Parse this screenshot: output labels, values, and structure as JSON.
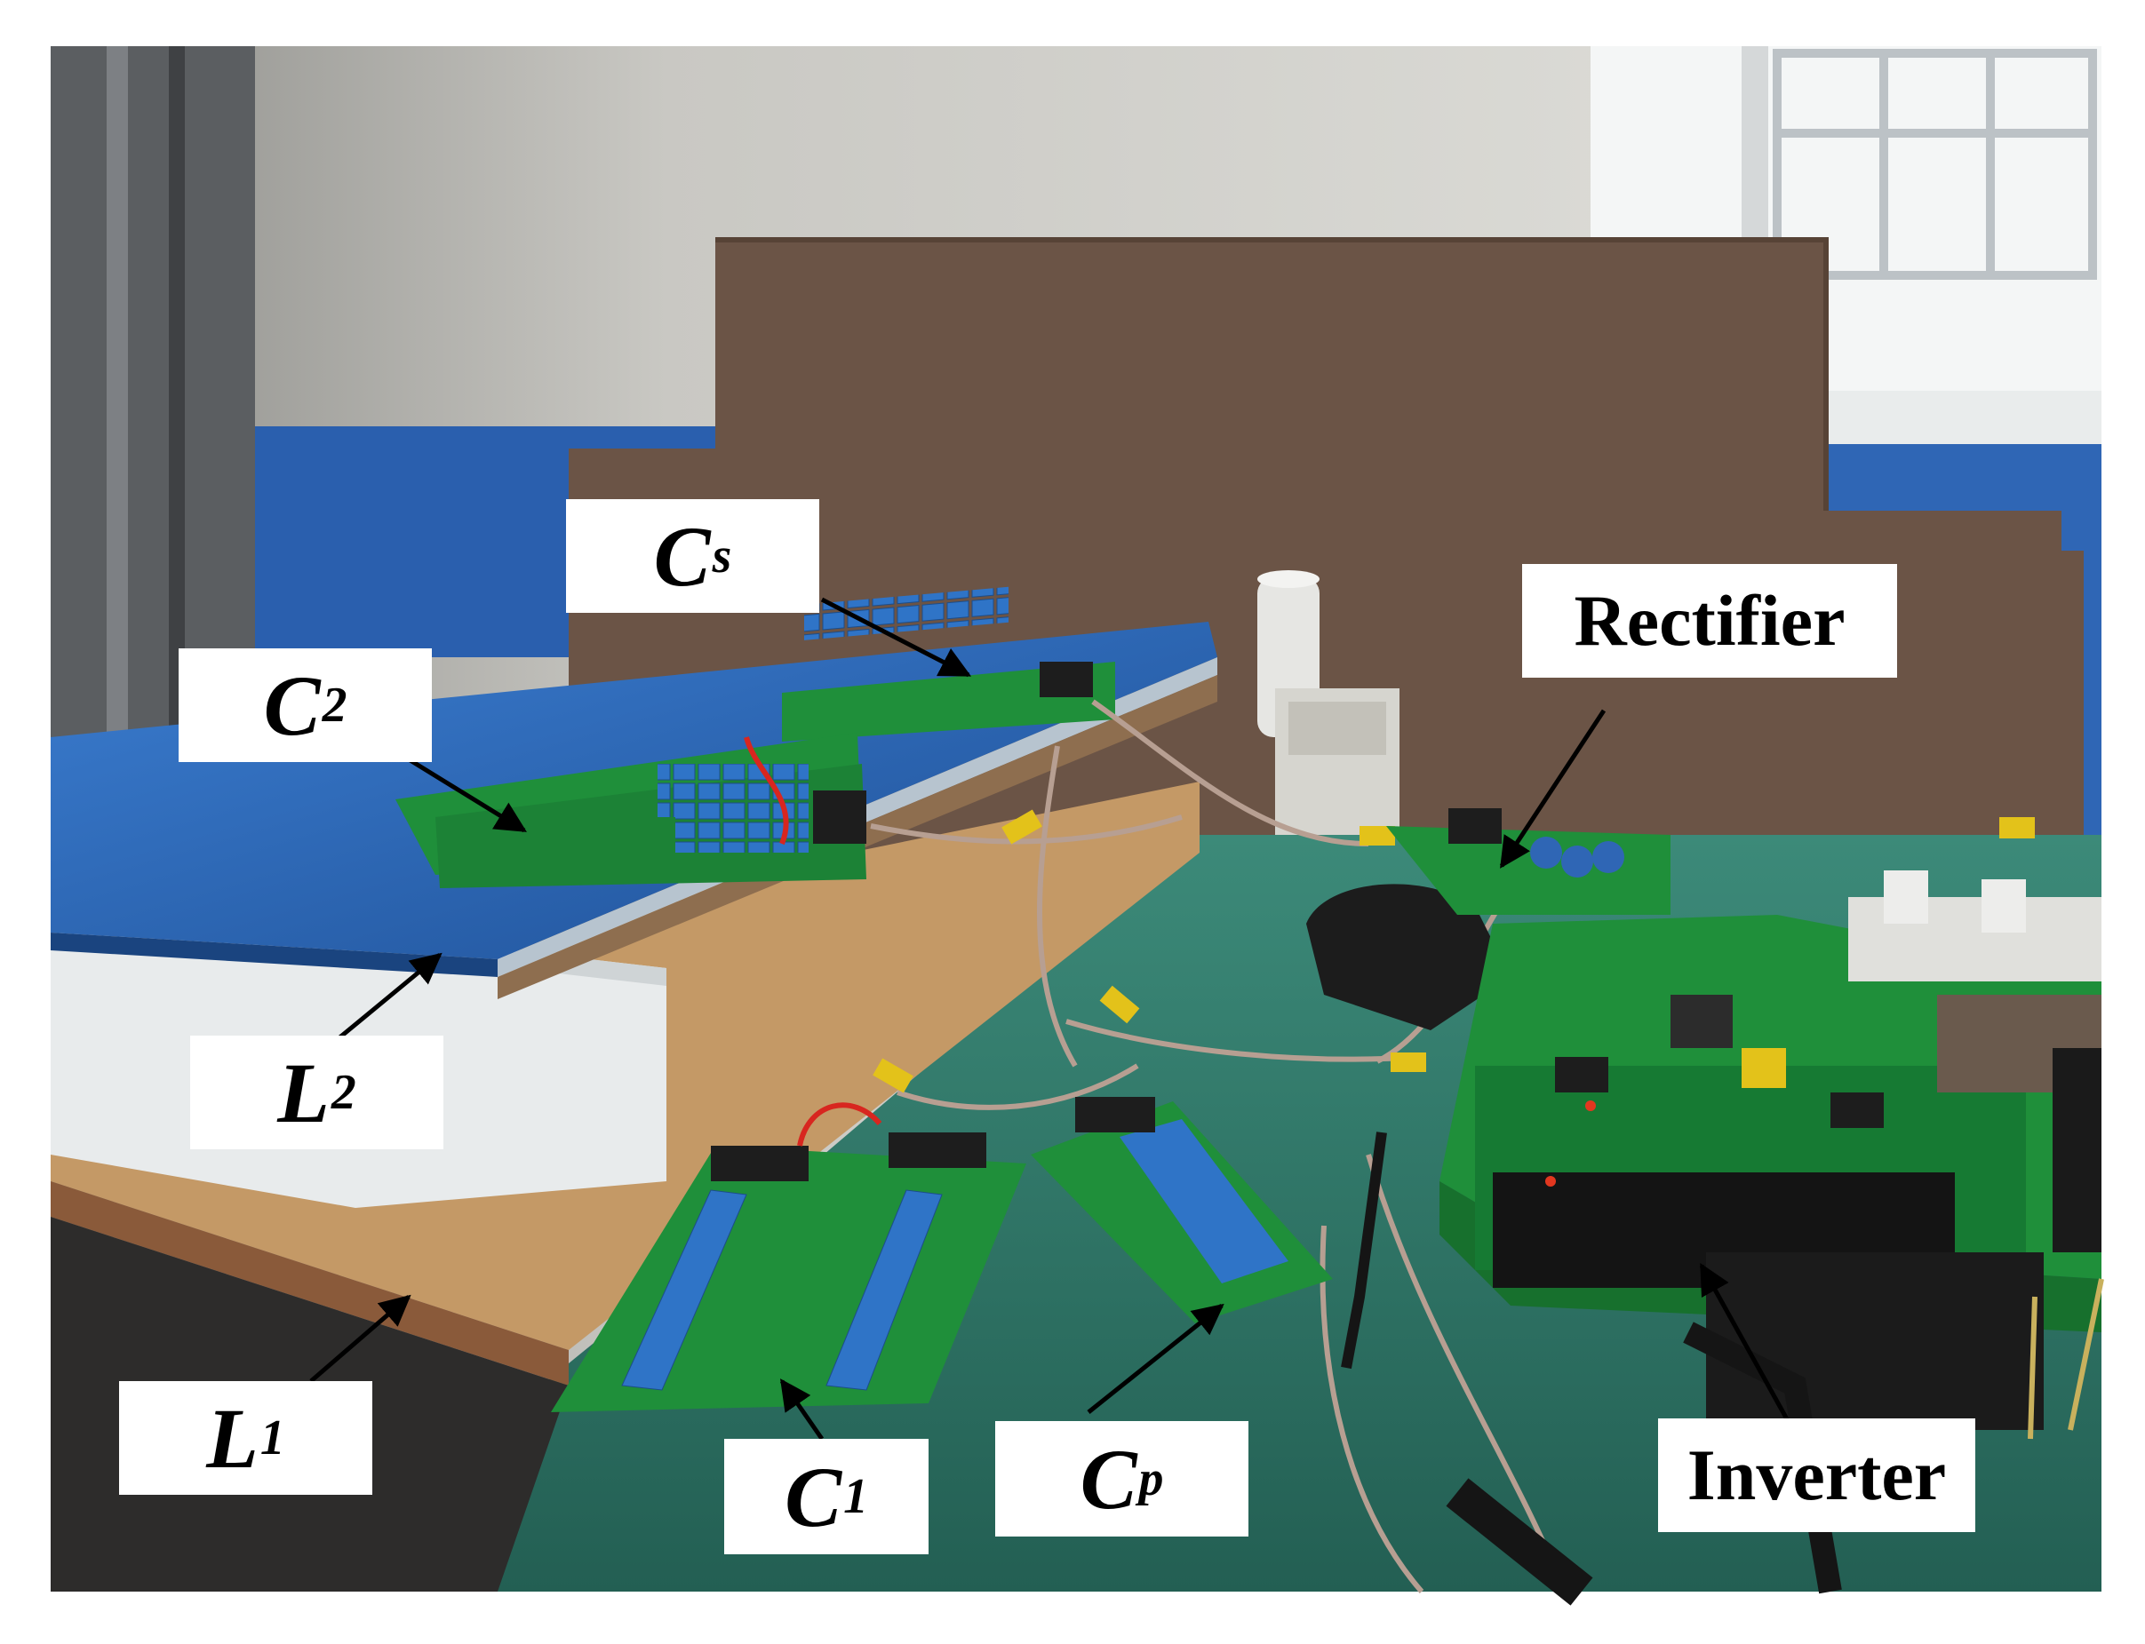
{
  "figure": {
    "description_free": true,
    "labels": [
      {
        "key": "cs",
        "main": "C",
        "sub": "s",
        "italic": true
      },
      {
        "key": "c2",
        "main": "C",
        "sub": "2",
        "italic": true
      },
      {
        "key": "l2",
        "main": "L",
        "sub": "2",
        "italic": true
      },
      {
        "key": "l1",
        "main": "L",
        "sub": "1",
        "italic": true
      },
      {
        "key": "c1",
        "main": "C",
        "sub": "1",
        "italic": true
      },
      {
        "key": "cp",
        "main": "C",
        "sub": "p",
        "italic": true
      },
      {
        "key": "rectifier",
        "main": "Rectifier",
        "sub": "",
        "italic": false
      },
      {
        "key": "inverter",
        "main": "Inverter",
        "sub": "",
        "italic": false
      }
    ]
  },
  "colors": {
    "label_background": "#ffffff",
    "label_text": "#000000",
    "arrow": "#000000",
    "table_green": "#2f7e6e",
    "pcb_green": "#1f8f3a",
    "blue_sheet": "#2a66b8",
    "board_brown": "#6e5546",
    "wall": "#d9d9d4"
  }
}
